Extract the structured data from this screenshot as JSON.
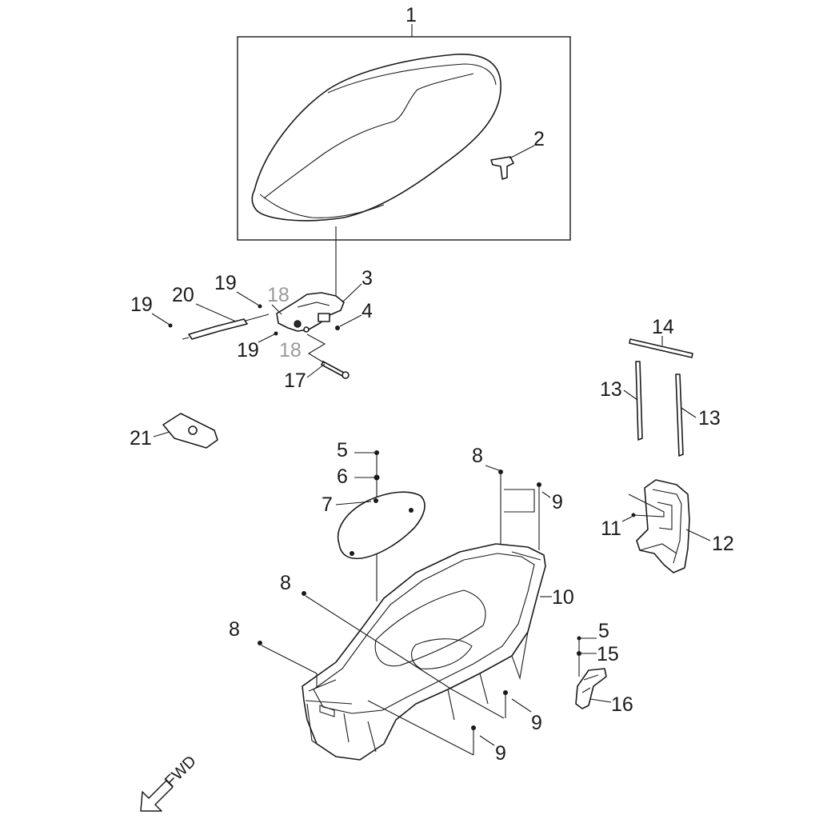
{
  "labels": {
    "p1": "1",
    "p2": "2",
    "p3": "3",
    "p4": "4",
    "p5a": "5",
    "p5b": "5",
    "p6": "6",
    "p7": "7",
    "p8a": "8",
    "p8b": "8",
    "p8c": "8",
    "p9a": "9",
    "p9b": "9",
    "p9c": "9",
    "p10": "10",
    "p11": "11",
    "p12": "12",
    "p13a": "13",
    "p13b": "13",
    "p14": "14",
    "p15": "15",
    "p16": "16",
    "p17": "17",
    "p18a": "18",
    "p18b": "18",
    "p19a": "19",
    "p19b": "19",
    "p19c": "19",
    "p20": "20",
    "p21": "21",
    "fwd": "FWD"
  },
  "icons": {
    "fwd_arrow": "fwd-arrow-icon"
  }
}
